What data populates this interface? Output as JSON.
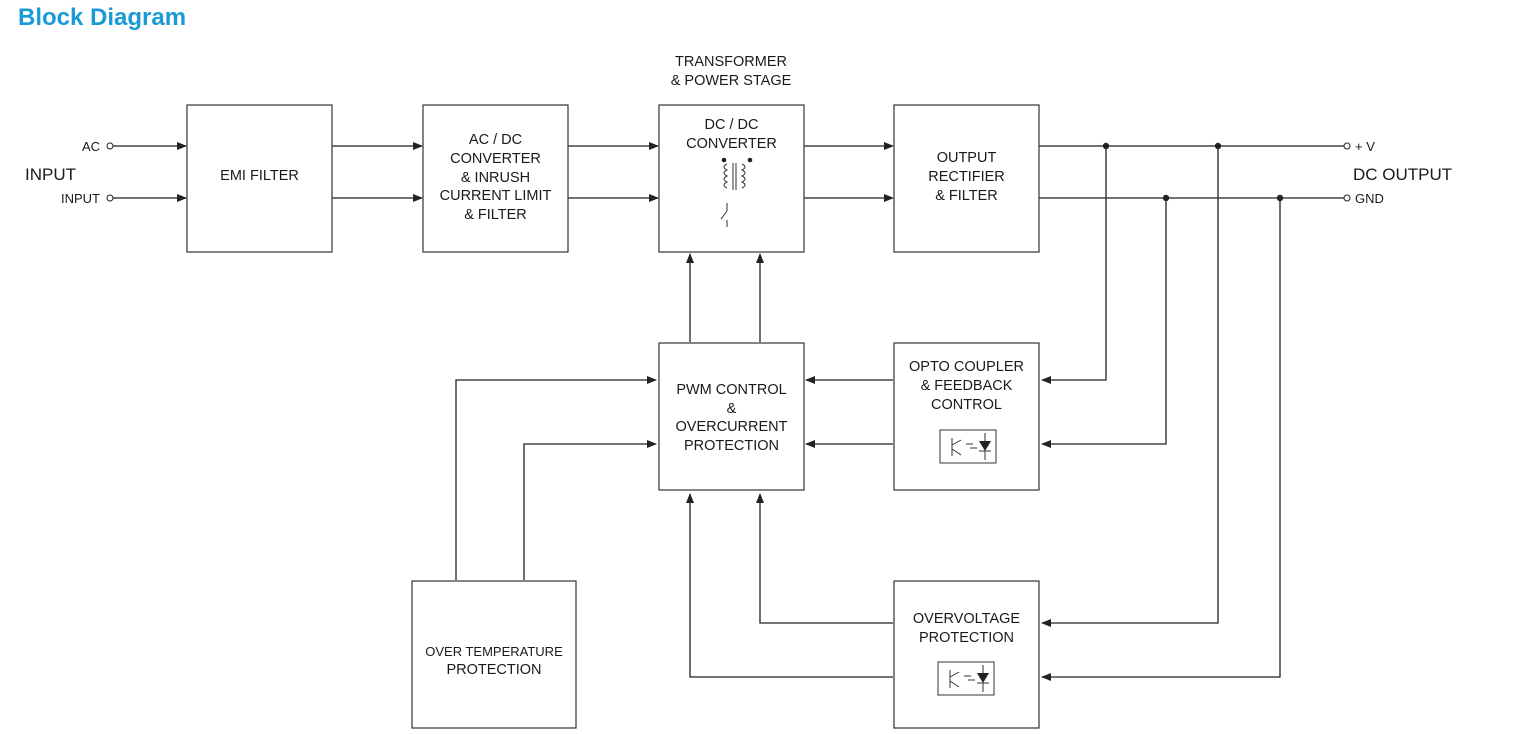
{
  "title": "Block Diagram",
  "input": {
    "heading": "INPUT",
    "ac_label": "AC",
    "input_label": "INPUT"
  },
  "output": {
    "heading": "DC OUTPUT",
    "plus_label": "+ V",
    "gnd_label": "GND"
  },
  "transformer_caption": [
    "TRANSFORMER",
    "& POWER STAGE"
  ],
  "blocks": {
    "emi": [
      "EMI FILTER"
    ],
    "acdc": [
      "AC / DC",
      "CONVERTER",
      "& INRUSH",
      "CURRENT LIMIT",
      "& FILTER"
    ],
    "dcdc": [
      "DC / DC",
      "CONVERTER"
    ],
    "rect": [
      "OUTPUT",
      "RECTIFIER",
      "& FILTER"
    ],
    "pwm": [
      "PWM CONTROL",
      "&",
      "OVERCURRENT",
      "PROTECTION"
    ],
    "opto": [
      "OPTO COUPLER",
      "& FEEDBACK",
      "CONTROL"
    ],
    "ovp": [
      "OVERVOLTAGE",
      "PROTECTION"
    ],
    "otp": [
      "OVER TEMPERATURE",
      "PROTECTION"
    ]
  }
}
